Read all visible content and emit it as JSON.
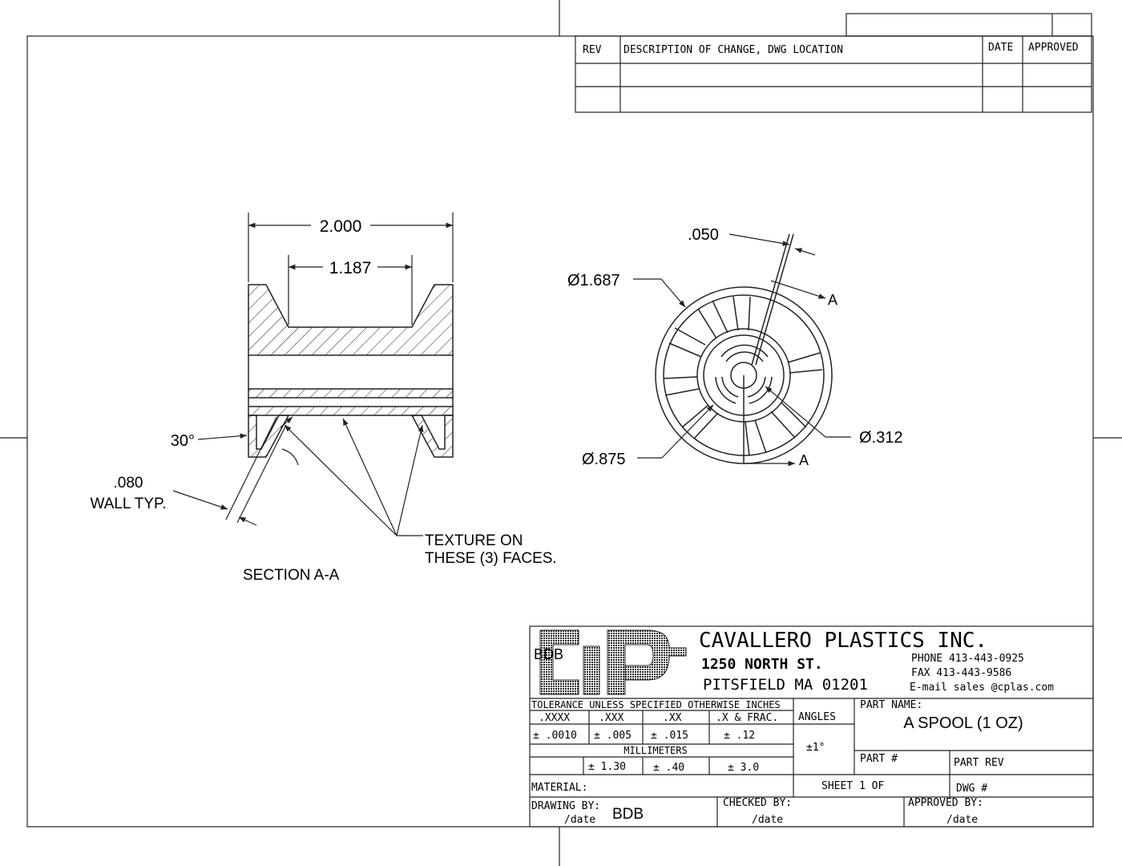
{
  "revision_block": {
    "headers": {
      "rev": "REV",
      "description": "DESCRIPTION OF CHANGE, DWG LOCATION",
      "date": "DATE",
      "approved": "APPROVED"
    }
  },
  "section_view": {
    "dim_overall": "2.000",
    "dim_inner": "1.187",
    "angle": "30°",
    "wall_value": ".080",
    "wall_label": "WALL TYP.",
    "texture_line1": "TEXTURE ON",
    "texture_line2": "THESE (3) FACES.",
    "caption": "SECTION A-A"
  },
  "end_view": {
    "dim_rib": ".050",
    "dim_outer": "Ø1.687",
    "dim_hub": "Ø.875",
    "dim_bore": "Ø.312",
    "section_mark_top": "A",
    "section_mark_bottom": "A"
  },
  "title_block": {
    "logo_initials": "BDB",
    "company": "CAVALLERO PLASTICS INC.",
    "street": "1250 NORTH ST.",
    "city": "PITSFIELD MA 01201",
    "phone": "PHONE 413-443-0925",
    "fax": "FAX   413-443-9586",
    "email": "E-mail sales   @cplas.com",
    "tolerance_header": "TOLERANCE UNLESS SPECIFIED OTHERWISE INCHES",
    "tol_cols": [
      ".XXXX",
      ".XXX",
      ".XX",
      ".X & FRAC."
    ],
    "tol_vals": [
      "± .0010",
      "± .005",
      "±  .015",
      "± .12"
    ],
    "mm_header": "MILLIMETERS",
    "mm_vals": [
      "± 1.30",
      "± .40",
      "± 3.0"
    ],
    "angles_label": "ANGLES",
    "angles_value": "±1°",
    "part_name_label": "PART NAME:",
    "part_name": "A SPOOL (1 OZ)",
    "part_no_label": "PART #",
    "part_rev_label": "PART REV",
    "material_label": "MATERIAL:",
    "sheet_label": "SHEET 1 OF",
    "dwg_label": "DWG #",
    "drawing_by_label": "DRAWING BY:",
    "drawing_by": "BDB",
    "checked_by_label": "CHECKED BY:",
    "approved_by_label": "APPROVED BY:",
    "date_label": "/date"
  }
}
